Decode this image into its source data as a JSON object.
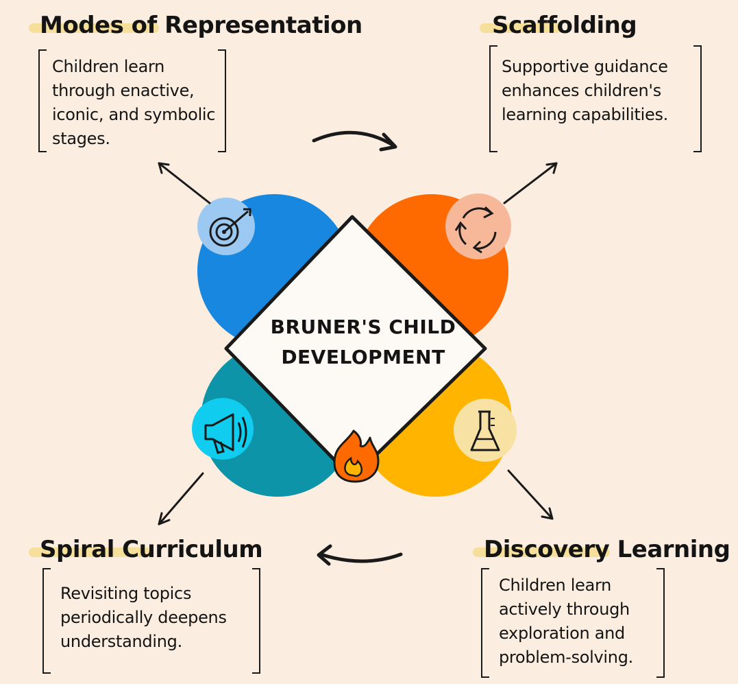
{
  "center": {
    "title": "BRUNER'S CHILD DEVELOPMENT"
  },
  "sections": {
    "modes": {
      "title": "Modes of Representation",
      "description": "Children learn through enactive, iconic, and symbolic stages.",
      "icon": "target-icon"
    },
    "scaffolding": {
      "title": "Scaffolding",
      "description": "Supportive guidance enhances children's learning capabilities.",
      "icon": "cycle-arrows-icon"
    },
    "spiral": {
      "title": "Spiral Curriculum",
      "description": "Revisiting topics periodically deepens understanding.",
      "icon": "megaphone-icon"
    },
    "discovery": {
      "title": "Discovery Learning",
      "description": "Children learn actively through exploration and problem-solving.",
      "icon": "flask-icon"
    }
  },
  "center_icon": "flame-icon",
  "colors": {
    "background": "#fbeee0",
    "blue": "#1787e0",
    "orange": "#ff6a00",
    "teal": "#0e94a8",
    "yellow": "#ffb400",
    "highlight": "#f3dc8e"
  }
}
